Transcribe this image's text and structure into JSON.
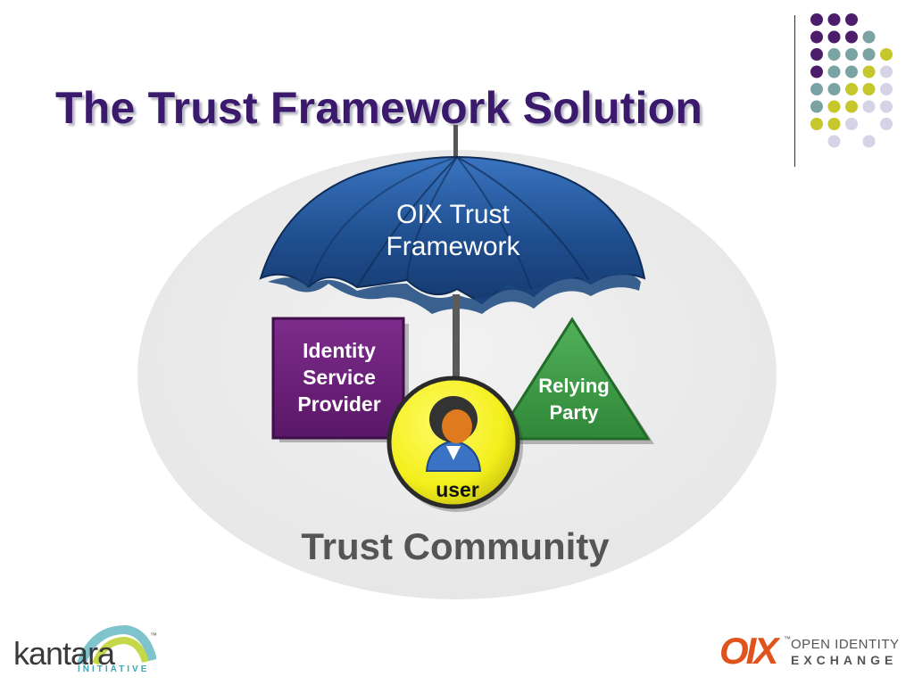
{
  "slide": {
    "title": "The Trust Framework Solution"
  },
  "diagram": {
    "umbrella_label": "OIX Trust Framework",
    "identity_provider_label": "Identity Service Provider",
    "relying_party_label": "Relying Party",
    "user_label": "user",
    "community_label": "Trust Community"
  },
  "logos": {
    "kantara": {
      "word": "kantara",
      "sub": "INITIATIVE",
      "tm": "™"
    },
    "oix": {
      "mark": "OIX",
      "tm": "™",
      "line1": "OPEN IDENTITY",
      "line2": "EXCHANGE"
    }
  },
  "colors": {
    "title": "#3b1a6e",
    "ellipse": "#eeeeee",
    "umbrella": "#1f4f8f",
    "idp_box": "#6b1f7a",
    "relying_party": "#3e9a47",
    "user_badge": "#f3ef1c",
    "community_text": "#555555",
    "dot_purple": "#4b1d6b",
    "dot_teal": "#7aa3a3",
    "dot_olive": "#c5c72a",
    "dot_lavender": "#d5d3e6"
  }
}
